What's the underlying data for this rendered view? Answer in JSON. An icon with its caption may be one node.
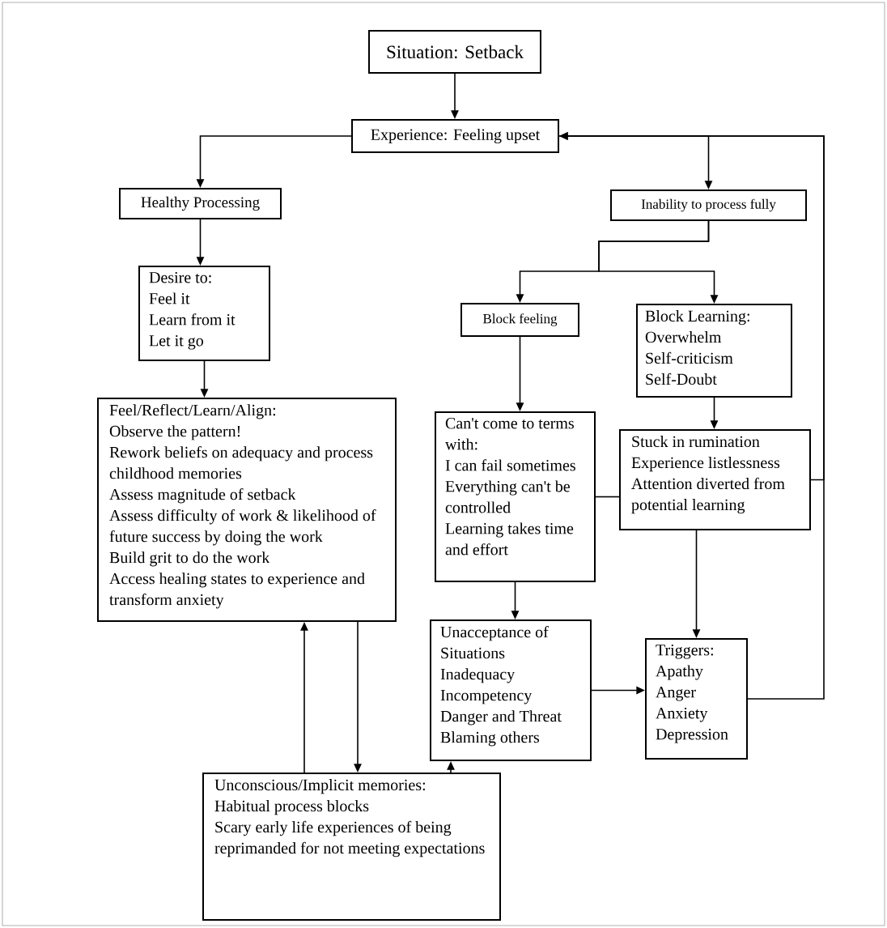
{
  "diagram": {
    "nodes": [
      {
        "text": [
          "Situation: Setback"
        ]
      },
      {
        "text": [
          "Experience: Feeling upset"
        ]
      },
      {
        "text": [
          "Healthy Processing"
        ]
      },
      {
        "text": [
          "Inability to process fully"
        ]
      },
      {
        "text": [
          "Desire to:",
          "Feel it",
          "Learn from it",
          "Let it go"
        ]
      },
      {
        "text": [
          "Block feeling"
        ]
      },
      {
        "text": [
          "Block Learning:",
          "Overwhelm",
          "Self-criticism",
          "Self-Doubt"
        ]
      },
      {
        "text": [
          "Feel/Reflect/Learn/Align:",
          "Observe the pattern!",
          "Rework beliefs on adequacy and process childhood memories",
          "Assess magnitude of setback",
          "Assess difficulty of work & likelihood of future success by doing the work",
          "Build grit to do the work",
          "Access healing states to experience and transform anxiety"
        ]
      },
      {
        "text": [
          "Can't come to terms with:",
          "I can fail sometimes",
          "Everything can't be controlled",
          "Learning takes time and effort"
        ]
      },
      {
        "text": [
          "Stuck in rumination",
          "Experience listlessness",
          "Attention diverted from potential learning"
        ]
      },
      {
        "text": [
          "Unacceptance of Situations",
          "Inadequacy",
          "Incompetency",
          "Danger and Threat",
          "Blaming others"
        ]
      },
      {
        "text": [
          "Triggers:",
          "Apathy",
          "Anger",
          "Anxiety",
          "Depression"
        ]
      },
      {
        "text": [
          "Unconscious/Implicit memories:",
          "Habitual process blocks",
          "Scary early life experiences of being reprimanded for not meeting expectations"
        ]
      }
    ],
    "edges": [
      {
        "from": 0,
        "to": 1,
        "arrow": "to"
      },
      {
        "from": 1,
        "to": 2,
        "arrow": "to"
      },
      {
        "from": 1,
        "to": 3,
        "arrow": "to"
      },
      {
        "from": 2,
        "to": 4,
        "arrow": "to"
      },
      {
        "from": 3,
        "to": 5,
        "arrow": "to"
      },
      {
        "from": 3,
        "to": 6,
        "arrow": "to"
      },
      {
        "from": 4,
        "to": 7,
        "arrow": "to"
      },
      {
        "from": 5,
        "to": 8,
        "arrow": "to"
      },
      {
        "from": 6,
        "to": 9,
        "arrow": "to"
      },
      {
        "from": 8,
        "to": 9,
        "arrow": "none"
      },
      {
        "from": 8,
        "to": 10,
        "arrow": "to"
      },
      {
        "from": 9,
        "to": 11,
        "arrow": "to"
      },
      {
        "from": 10,
        "to": 11,
        "arrow": "to"
      },
      {
        "from": 11,
        "to": 1,
        "arrow": "to"
      },
      {
        "from": 9,
        "to": 1,
        "arrow": "to"
      },
      {
        "from": 12,
        "to": 7,
        "arrow": "to"
      },
      {
        "from": 7,
        "to": 12,
        "arrow": "to"
      },
      {
        "from": 12,
        "to": 10,
        "arrow": "to"
      }
    ]
  }
}
